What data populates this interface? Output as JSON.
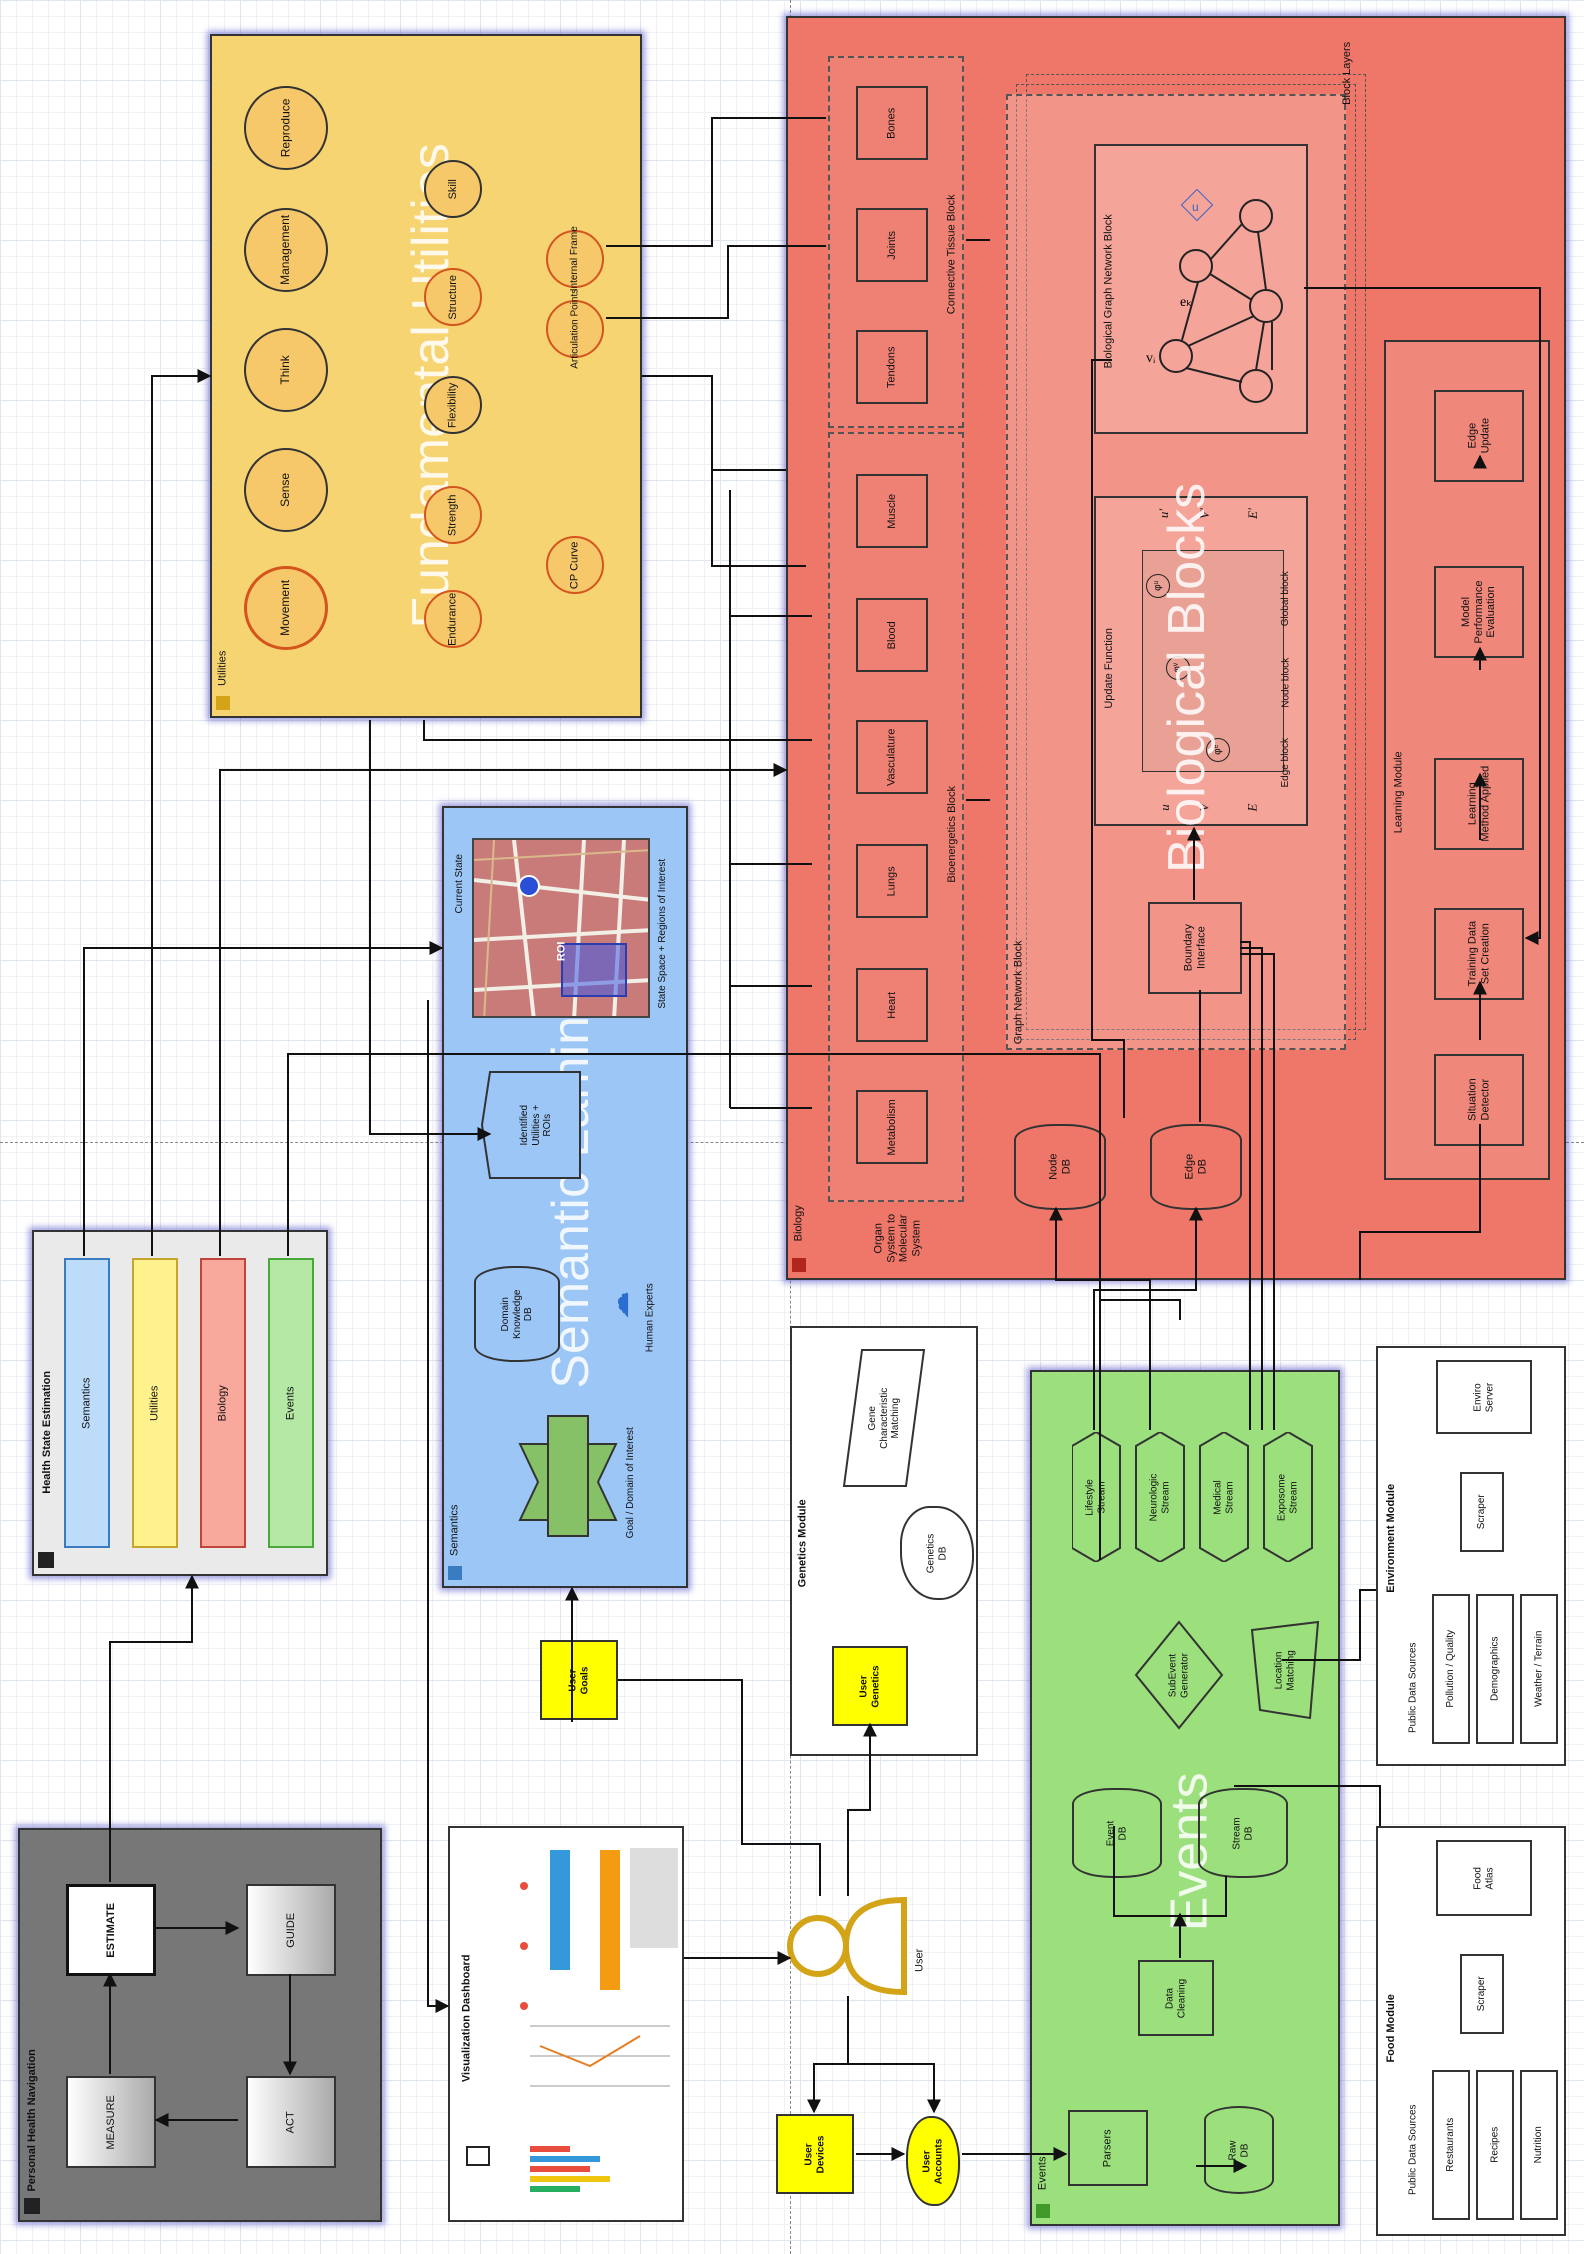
{
  "colors": {
    "utilities": "#f7d472",
    "biology": "#ee7769",
    "semantics": "#9cc6f6",
    "events": "#9be07c",
    "navigation": "#777777",
    "user_yellow": "#ffff00"
  },
  "health_state": {
    "title": "Health State Estimation",
    "items": [
      "Semantics",
      "Utilities",
      "Biology",
      "Events"
    ]
  },
  "navigation": {
    "title": "Personal Health Navigation",
    "estimate": "ESTIMATE",
    "guide": "GUIDE",
    "measure": "MEASURE",
    "act": "ACT"
  },
  "utilities": {
    "tag": "Utilities",
    "big": "Fundamental Utilities",
    "circles": [
      "Movement",
      "Sense",
      "Think",
      "Management",
      "Reproduce"
    ],
    "inner": [
      "Endurance",
      "Strength",
      "Flexibility",
      "Structure",
      "Skill"
    ],
    "outer": [
      "CP Curve",
      "Articulation Points",
      "Internal Frame"
    ]
  },
  "semantics": {
    "tag": "Semantics",
    "big": "Semantic Lamina",
    "goal": "Goal / Domain of Interest",
    "domain_db": "Domain Knowledge DB",
    "experts": "Human Experts",
    "identified": "Identified Utilities + ROIs",
    "current_state": "Current State",
    "state_space": "State Space + Regions of Interest",
    "roi": "ROI"
  },
  "biology": {
    "tag": "Biology",
    "big": "Biological Blocks",
    "organ": "Organ System to Molecular System",
    "bioenergetics": "Bioenergetics Block",
    "connective": "Connective Tissue Block",
    "bio_items": [
      "Metabolism",
      "Heart",
      "Lungs",
      "Vasculature",
      "Blood",
      "Muscle"
    ],
    "conn_items": [
      "Tendons",
      "Joints",
      "Bones"
    ],
    "block_layers": "Block Layers",
    "graph_network": "Graph Network Block",
    "bio_graph": "Biological Graph Network Block",
    "update_function": "Update Function",
    "boundary": "Boundary Interface",
    "edge_block": "Edge block",
    "node_block": "Node block",
    "global_block": "Global block",
    "learning_module": "Learning Module",
    "learning": [
      "Situation Detector",
      "Training Data Set Creation",
      "Learning Method Applied",
      "Model Performance Evaluation",
      "Edge Update"
    ],
    "node_db": "Node DB",
    "edge_db": "Edge DB",
    "math": {
      "e": "E",
      "v": "V",
      "u": "u",
      "e2": "E′",
      "v2": "V′",
      "u2": "u′",
      "phi_e": "φᵉ",
      "phi_v": "φᵛ",
      "phi_u": "φᵘ",
      "ek": "eₖ",
      "vi": "vᵢ",
      "u_icon": "u"
    }
  },
  "genetics": {
    "title": "Genetics Module",
    "matching": "Gene Characteristic Matching",
    "db": "Genetics DB",
    "user": "User Genetics"
  },
  "user": {
    "label": "User",
    "goals": "User Goals",
    "devices": "User Devices",
    "accounts": "User Accounts"
  },
  "viz": {
    "title": "Visualization Dashboard"
  },
  "events": {
    "tag": "Events",
    "big": "Events",
    "streams": [
      "Lifestyle Stream",
      "Neurologic Stream",
      "Medical Stream",
      "Exposome Stream"
    ],
    "subevent": "SubEvent Generator",
    "location": "Location Matching",
    "event_db": "Event DB",
    "stream_db": "Stream DB",
    "cleaning": "Data Cleaning",
    "parsers": "Parsers",
    "raw_db": "Raw DB"
  },
  "environment": {
    "title": "Environment Module",
    "sources": "Public Data Sources",
    "items": [
      "Pollution / Quality",
      "Demographics",
      "Weather / Terrain"
    ],
    "scraper": "Scraper",
    "server": "Enviro Server"
  },
  "food": {
    "title": "Food Module",
    "sources": "Public Data Sources",
    "items": [
      "Restaurants",
      "Recipes",
      "Nutrition"
    ],
    "scraper": "Scraper",
    "atlas": "Food Atlas"
  }
}
